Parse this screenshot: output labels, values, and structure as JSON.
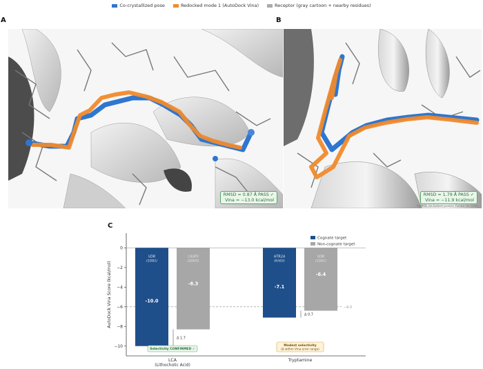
{
  "legend": {
    "items": [
      {
        "label": "Co-crystallized pose",
        "color": "#2e76d0"
      },
      {
        "label": "Redocked mode 1 (AutoDock Vina)",
        "color": "#f08a2c"
      },
      {
        "label": "Receptor (gray cartoon + nearby residues)",
        "color": "#aaaaaa"
      }
    ]
  },
  "panels": {
    "A": {
      "label": "A",
      "metric_line1": "RMSD = 0.87 Å   PASS ✓",
      "metric_line2": "Vina = −13.0 kcal/mol"
    },
    "B": {
      "label": "B",
      "metric_line1": "RMSD = 1.79 Å   PASS ✓",
      "metric_line2": "Vina = −11.9 kcal/mol",
      "watermark": "PyMOL on baked poster. Fanbe tin entry"
    },
    "C": {
      "label": "C"
    }
  },
  "chart_data": {
    "type": "bar",
    "ylabel": "AutoDock Vina Score (kcal/mol)",
    "ylim": [
      -11,
      1.5
    ],
    "yticks": [
      0,
      -2,
      -4,
      -6,
      -8,
      -10
    ],
    "threshold": {
      "value": -6.0,
      "label": "−6.0"
    },
    "groups": [
      {
        "label_line1": "LCA",
        "label_line2": "(Lithocholic Acid)",
        "bars": [
          {
            "kind": "cognate",
            "target": "VDR",
            "pdb": "(1DB1)",
            "value": -10.0,
            "value_label": "-10.0"
          },
          {
            "kind": "noncognate",
            "target": "CASP3",
            "pdb": "(2DKO)",
            "value": -8.3,
            "value_label": "-8.3"
          }
        ],
        "delta_label": "Δ 1.7",
        "note_line1": "Selectivity  CONFIRMED ✓",
        "note_line2": "",
        "note_style": "green"
      },
      {
        "label_line1": "Tryptamine",
        "label_line2": "",
        "bars": [
          {
            "kind": "cognate",
            "target": "HTR2A",
            "pdb": "(6A93)",
            "value": -7.1,
            "value_label": "-7.1"
          },
          {
            "kind": "noncognate",
            "target": "VDR",
            "pdb": "(1DB1)",
            "value": -6.4,
            "value_label": "-6.4"
          }
        ],
        "delta_label": "Δ 0.7",
        "note_line1": "Modest selectivity",
        "note_line2": "(Δ within Vina error range)",
        "note_style": "yellow"
      }
    ],
    "legend": [
      {
        "name": "Cognate target",
        "color": "#1e4f8a"
      },
      {
        "name": "Non-cognate target",
        "color": "#a7a7a7"
      }
    ]
  }
}
